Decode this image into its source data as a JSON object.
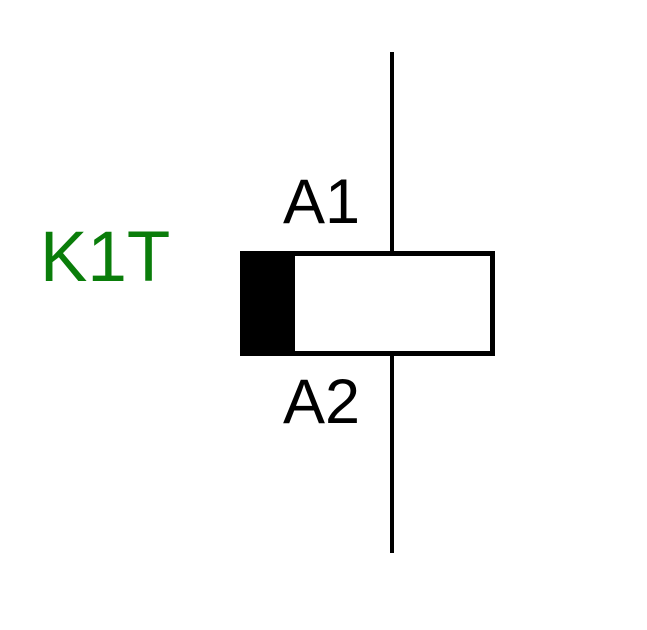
{
  "component": {
    "designation": "K1T",
    "terminal_top": "A1",
    "terminal_bottom": "A2",
    "designation_color": "#0a7d0a",
    "line_color": "#000000"
  }
}
